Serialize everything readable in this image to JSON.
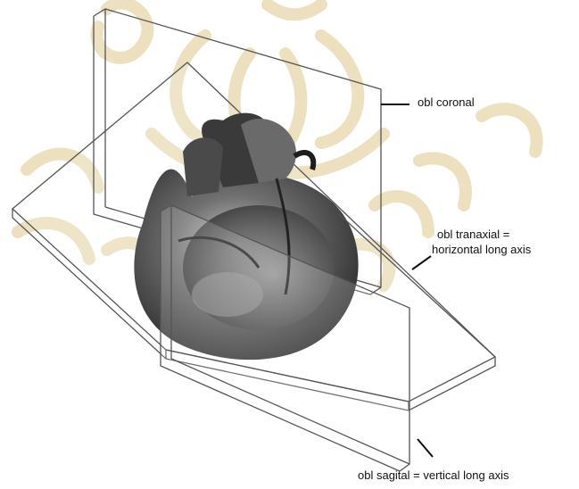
{
  "labels": {
    "coronal": "obl coronal",
    "transaxial_line1": "obl tranaxial =",
    "transaxial_line2": "horizontal long axis",
    "sagittal": "obl sagital = vertical long axis"
  },
  "colors": {
    "watermark": "#c9a94a",
    "plane_stroke": "#555555",
    "heart_dark": "#2e2e2e",
    "heart_mid": "#6b6b6b",
    "heart_light": "#b8b8b8",
    "background": "#ffffff"
  }
}
